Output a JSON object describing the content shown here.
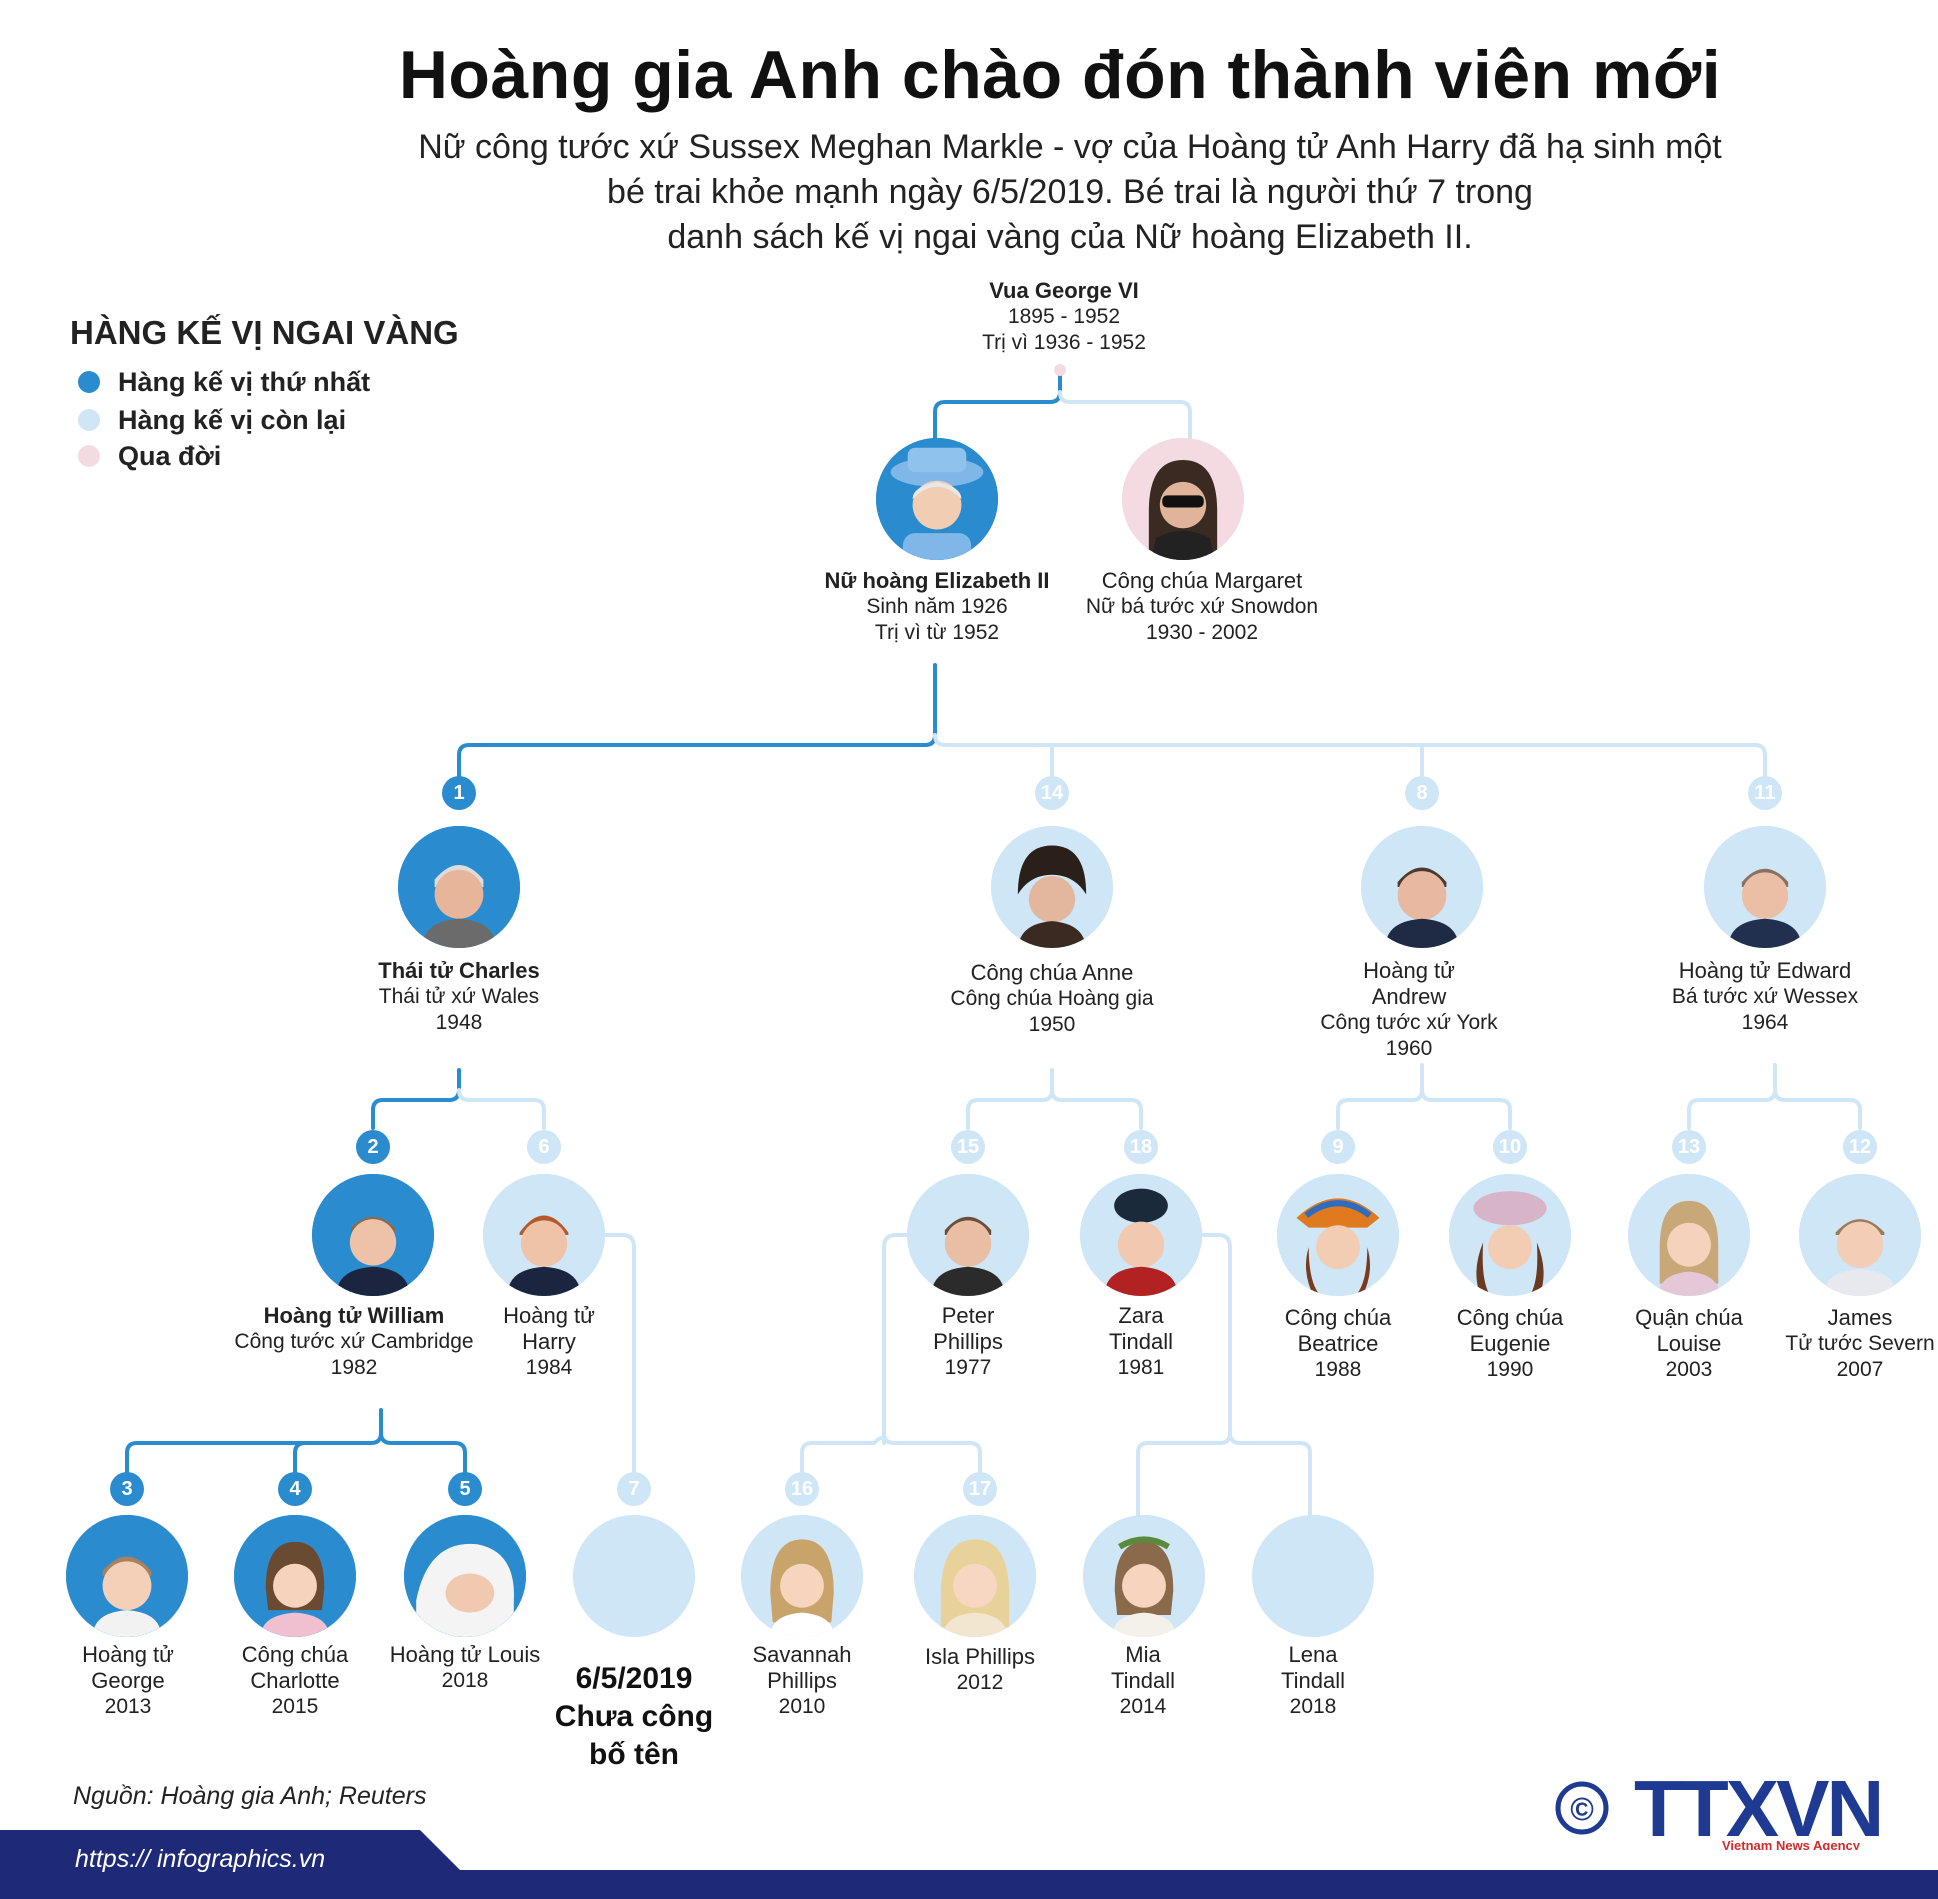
{
  "title": "Hoàng gia Anh chào đón thành viên mới",
  "intro": [
    "Nữ công tước xứ Sussex Meghan Markle - vợ của Hoàng tử Anh Harry đã hạ sinh một",
    "bé trai khỏe mạnh ngày 6/5/2019. Bé trai là người thứ 7 trong",
    "danh sách kế vị ngai vàng của Nữ hoàng Elizabeth II."
  ],
  "legend": {
    "title": "HÀNG KẾ VỊ NGAI VÀNG",
    "items": [
      {
        "label": "Hàng kế vị thứ nhất",
        "color": "#2a8ccf"
      },
      {
        "label": "Hàng kế vị còn lại",
        "color": "#cfe6f7"
      },
      {
        "label": "Qua đời",
        "color": "#f3dbe1"
      }
    ]
  },
  "colors": {
    "primary": "#2a8ccf",
    "secondary": "#cfe6f7",
    "deceased": "#f3dbe1",
    "footer": "#1e2a78",
    "logo": "#1f3a93",
    "logo_red": "#d42a2a"
  },
  "root": {
    "name": "Vua George VI",
    "line1": "1895 - 1952",
    "line2": "Trị vì 1936 - 1952"
  },
  "gen1": {
    "queen": {
      "name": "Nữ hoàng Elizabeth II",
      "line1": "Sinh năm 1926",
      "line2": "Trị vì từ 1952"
    },
    "margaret": {
      "name": "Công chúa Margaret",
      "line1": "Nữ bá tước xứ Snowdon",
      "line2": "1930 - 2002"
    }
  },
  "gen2": {
    "charles": {
      "rank": "1",
      "name": "Thái tử Charles",
      "line1": "Thái tử xứ Wales",
      "line2": "1948"
    },
    "anne": {
      "rank": "14",
      "name": "Công chúa Anne",
      "line1": "Công chúa Hoàng gia",
      "line2": "1950"
    },
    "andrew": {
      "rank": "8",
      "name1": "Hoàng tử",
      "name2": "Andrew",
      "line1": "Công tước xứ York",
      "line2": "1960"
    },
    "edward": {
      "rank": "11",
      "name": "Hoàng tử Edward",
      "line1": "Bá tước xứ Wessex",
      "line2": "1964"
    }
  },
  "gen3": {
    "william": {
      "rank": "2",
      "name": "Hoàng tử William",
      "line1": "Công tước xứ Cambridge",
      "line2": "1982"
    },
    "harry": {
      "rank": "6",
      "name1": "Hoàng tử",
      "name2": "Harry",
      "line1": "1984"
    },
    "peter": {
      "rank": "15",
      "name1": "Peter",
      "name2": "Phillips",
      "line1": "1977"
    },
    "zara": {
      "rank": "18",
      "name1": "Zara",
      "name2": "Tindall",
      "line1": "1981"
    },
    "beatrice": {
      "rank": "9",
      "name1": "Công chúa",
      "name2": "Beatrice",
      "line1": "1988"
    },
    "eugenie": {
      "rank": "10",
      "name1": "Công chúa",
      "name2": "Eugenie",
      "line1": "1990"
    },
    "louise": {
      "rank": "13",
      "name1": "Quận chúa",
      "name2": "Louise",
      "line1": "2003"
    },
    "james": {
      "rank": "12",
      "name1": "James",
      "name2": "Tử tước Severn",
      "line1": "2007"
    }
  },
  "gen4": {
    "george": {
      "rank": "3",
      "name1": "Hoàng tử",
      "name2": "George",
      "line1": "2013"
    },
    "charlotte": {
      "rank": "4",
      "name1": "Công chúa",
      "name2": "Charlotte",
      "line1": "2015"
    },
    "louis": {
      "rank": "5",
      "name1": "Hoàng tử Louis",
      "line1": "2018"
    },
    "newborn": {
      "rank": "7",
      "line1": "6/5/2019",
      "line2": "Chưa công",
      "line3": "bố tên"
    },
    "savannah": {
      "rank": "16",
      "name1": "Savannah",
      "name2": "Phillips",
      "line1": "2010"
    },
    "isla": {
      "rank": "17",
      "name1": "Isla Phillips",
      "line1": "2012"
    },
    "mia": {
      "name1": "Mia",
      "name2": "Tindall",
      "line1": "2014"
    },
    "lena": {
      "name1": "Lena",
      "name2": "Tindall",
      "line1": "2018"
    }
  },
  "source": "Nguồn: Hoàng gia Anh; Reuters",
  "footer_url": "https:// infographics.vn",
  "logo": {
    "copyright": "©",
    "text": "TTXVN",
    "tagline": "Vietnam News Agency"
  }
}
